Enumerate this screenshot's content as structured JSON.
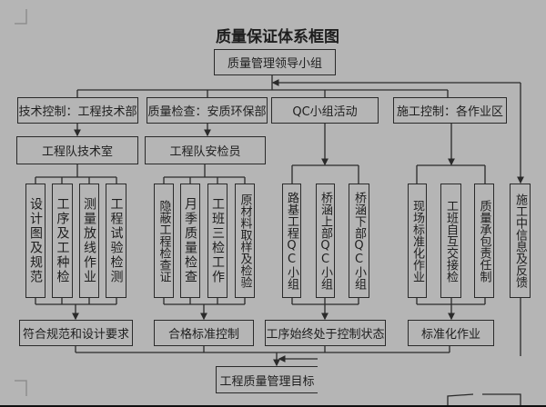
{
  "title": "质量保证体系框图",
  "leader": "质量管理领导小组",
  "level1": [
    "技术控制：工程技术部",
    "质量检查：安质环保部",
    "QC小组活动",
    "施工控制：各作业区"
  ],
  "level2": [
    "工程队技术室",
    "工程队安检员"
  ],
  "groupA": [
    "设计图及规范",
    "工序及工种检",
    "测量放线作业",
    "工程试验检测"
  ],
  "groupB": [
    "隐蔽工程检查证",
    "月季质量检查",
    "工班三检工作",
    "原材料取样及检验"
  ],
  "groupC": [
    "路基工程QC小组",
    "桥涵上部QC小组",
    "桥涵下部QC小组"
  ],
  "groupD": [
    "现场标准化作业",
    "工班自互交接检",
    "质量承包责任制"
  ],
  "feedback": "施工中信息及反馈",
  "results": [
    "符合规范和设计要求",
    "合格标准控制",
    "工序始终处于控制状态",
    "标准化作业"
  ],
  "target": "工程质量管理目标",
  "colors": {
    "background": "#b5b5b5",
    "line": "#2a2a2a"
  }
}
